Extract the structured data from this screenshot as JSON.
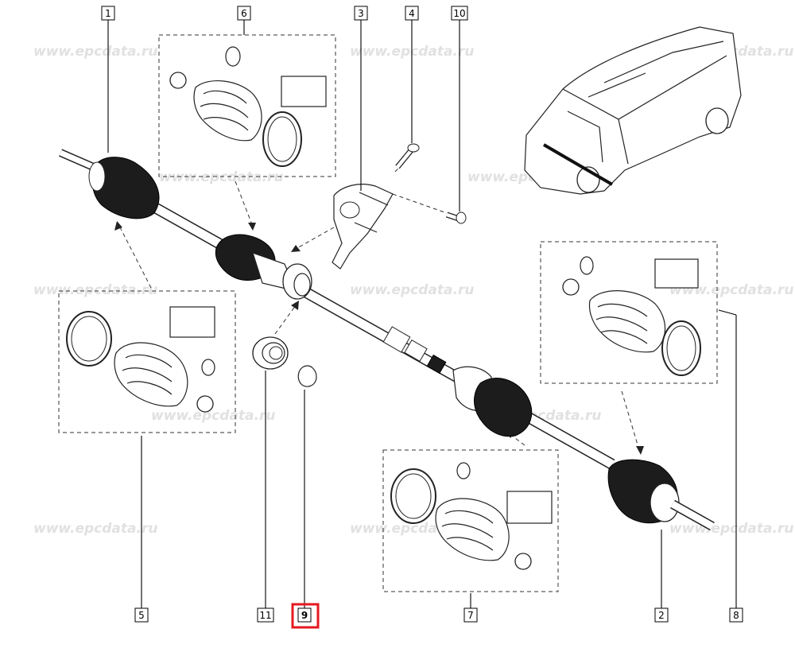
{
  "watermark": "www.epcdata.ru",
  "highlight_color": "#e4191f",
  "callouts": [
    {
      "id": "c1",
      "label": "1"
    },
    {
      "id": "c6",
      "label": "6"
    },
    {
      "id": "c3",
      "label": "3"
    },
    {
      "id": "c4",
      "label": "4"
    },
    {
      "id": "c10",
      "label": "10"
    },
    {
      "id": "c5",
      "label": "5"
    },
    {
      "id": "c11",
      "label": "11"
    },
    {
      "id": "c9",
      "label": "9",
      "highlighted": true
    },
    {
      "id": "c7",
      "label": "7"
    },
    {
      "id": "c2",
      "label": "2"
    },
    {
      "id": "c8",
      "label": "8"
    }
  ]
}
